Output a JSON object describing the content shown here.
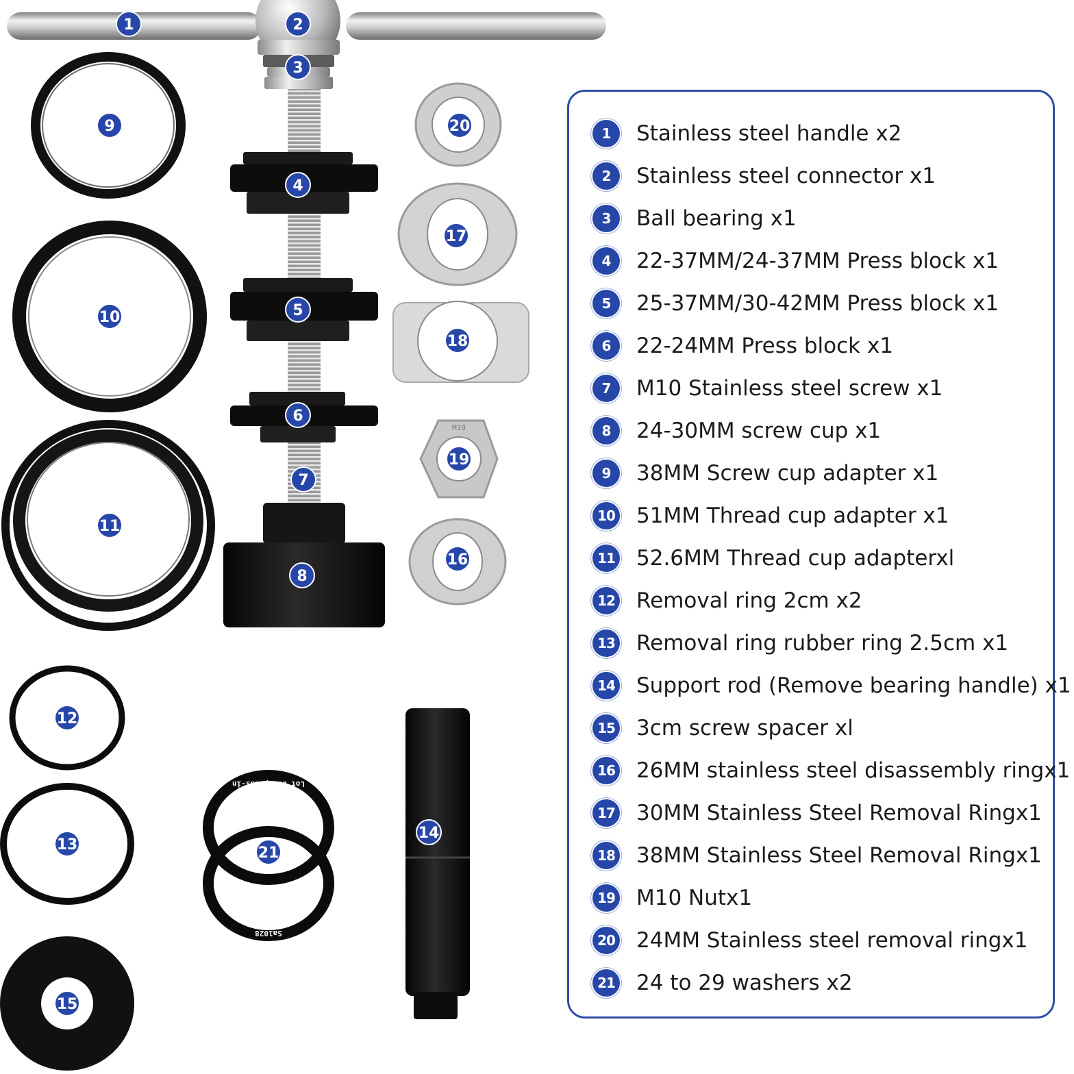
{
  "parts": [
    {
      "number": "1",
      "label": "Stainless steel handle x2"
    },
    {
      "number": "2",
      "label": "Stainless steel connector x1"
    },
    {
      "number": "3",
      "label": "Ball bearing x1"
    },
    {
      "number": "4",
      "label": "22-37MM/24-37MM Press block x1"
    },
    {
      "number": "5",
      "label": "25-37MM/30-42MM Press block x1"
    },
    {
      "number": "6",
      "label": "22-24MM Press block x1"
    },
    {
      "number": "7",
      "label": "M10 Stainless steel screw x1"
    },
    {
      "number": "8",
      "label": "24-30MM screw cup x1"
    },
    {
      "number": "9",
      "label": "38MM Screw cup adapter x1"
    },
    {
      "number": "10",
      "label": "51MM Thread cup adapter x1"
    },
    {
      "number": "11",
      "label": "52.6MM Thread cup adapterxl"
    },
    {
      "number": "12",
      "label": "Removal ring 2cm x2"
    },
    {
      "number": "13",
      "label": "Removal ring rubber ring 2.5cm x1"
    },
    {
      "number": "14",
      "label": "Support rod (Remove bearing handle) x1"
    },
    {
      "number": "15",
      "label": "3cm screw spacer xl"
    },
    {
      "number": "16",
      "label": "26MM stainless steel disassembly ringx1"
    },
    {
      "number": "17",
      "label": "30MM Stainless Steel Removal Ringx1"
    },
    {
      "number": "18",
      "label": "38MM Stainless Steel Removal Ringx1"
    },
    {
      "number": "19",
      "label": "M10 Nutx1"
    },
    {
      "number": "20",
      "label": "24MM Stainless steel removal ringx1"
    },
    {
      "number": "21",
      "label": "24 to 29 washers x2"
    }
  ],
  "washer_print": {
    "top": "Lot DUB press-in",
    "bottom": "Sa1028"
  },
  "nut_print": "M10",
  "colors": {
    "badge": "#2747a8",
    "border": "#2e4fa5",
    "black_part": "#111111",
    "steel": "#c8c8c8"
  }
}
